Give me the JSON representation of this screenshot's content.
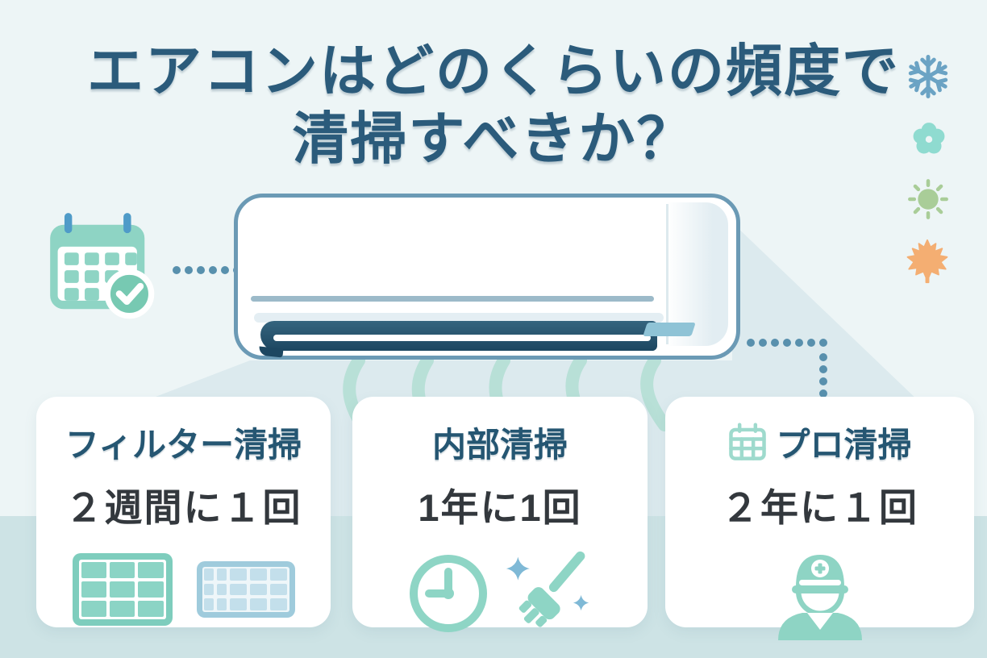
{
  "title": {
    "line1": "エアコンはどのくらいの頻度で",
    "line2": "清掃すべきか？"
  },
  "hero": {
    "appliance": "air-conditioner",
    "left_decoration": "calendar-check-icon",
    "season_icons": [
      "snowflake",
      "flower",
      "sun",
      "maple-leaf"
    ]
  },
  "cards": [
    {
      "heading": "フィルター清掃",
      "frequency": "２週間に１回",
      "icons": [
        "filter-panel-teal",
        "filter-panel-blue"
      ]
    },
    {
      "heading": "内部清掃",
      "frequency": "1年に1回",
      "icons": [
        "clock",
        "broom-sparkles"
      ]
    },
    {
      "heading": "プロ清掃",
      "frequency": "２年に１回",
      "heading_icon": "calendar-grid",
      "icons": [
        "technician"
      ]
    }
  ],
  "colors": {
    "background": "#edf5f6",
    "bottom_band": "#cde3e5",
    "shadow": "#dceaee",
    "title_text": "#2b5b7b",
    "card_heading_text": "#255672",
    "frequency_text": "#33383d",
    "teal_accent": "#8ed4c4",
    "ac_outline": "#6b9ab5",
    "vent_dark": "#1d4761",
    "dots_steel_blue": "#5890ad",
    "snowflake": "#6ba3c4",
    "flower": "#8fdbd0",
    "sun": "#a9cd98",
    "maple_leaf": "#f4ae72",
    "sparkle_blue": "#7fb9d6"
  }
}
